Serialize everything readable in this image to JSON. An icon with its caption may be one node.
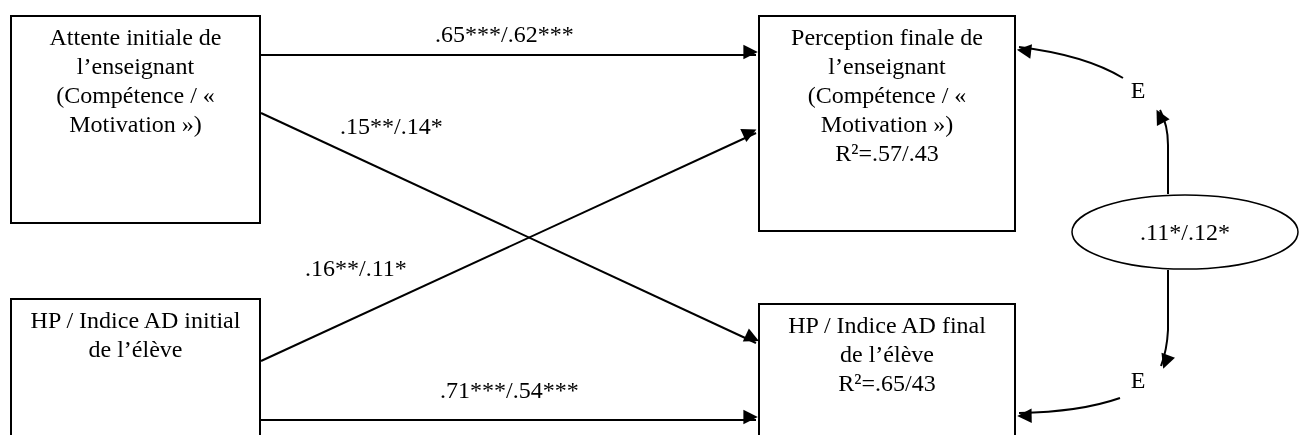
{
  "diagram": {
    "nodes": [
      {
        "text": [
          "Attente initiale de l’enseignant (Compétence / « Motivation »)"
        ]
      },
      {
        "text": [
          "HP / Indice AD initial de l’élève"
        ]
      },
      {
        "text": [
          "Perception finale de l’enseignant (Compétence / « Motivation »)",
          "R²=.57/.43"
        ]
      },
      {
        "text": [
          "HP / Indice AD final de l’élève",
          "R²=.65/43"
        ]
      },
      {
        "text": [
          "E"
        ]
      },
      {
        "text": [
          ".11*/.12*"
        ]
      },
      {
        "text": [
          "E"
        ]
      }
    ],
    "edges": [
      {
        "from": 0,
        "to": 2,
        "arrow": "to",
        "label": ".65***/.62***"
      },
      {
        "from": 0,
        "to": 3,
        "arrow": "to",
        "label": ".15**/.14*"
      },
      {
        "from": 1,
        "to": 2,
        "arrow": "to",
        "label": ".16**/.11*"
      },
      {
        "from": 1,
        "to": 3,
        "arrow": "to",
        "label": ".71***/.54***"
      },
      {
        "from": 4,
        "to": 2,
        "arrow": "to"
      },
      {
        "from": 5,
        "to": 4,
        "arrow": "to"
      },
      {
        "from": 5,
        "to": 6,
        "arrow": "to"
      },
      {
        "from": 6,
        "to": 3,
        "arrow": "to"
      }
    ]
  }
}
